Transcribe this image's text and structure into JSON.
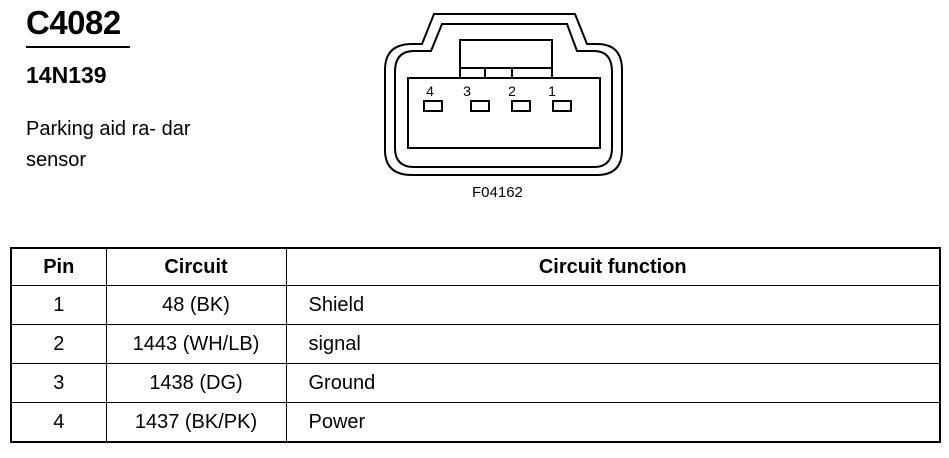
{
  "connector": {
    "id": "C4082",
    "part_number": "14N139",
    "description": "Parking aid ra- dar sensor",
    "figure_code": "F04162",
    "pin_labels": [
      "4",
      "3",
      "2",
      "1"
    ]
  },
  "table": {
    "headers": [
      "Pin",
      "Circuit",
      "Circuit function"
    ],
    "rows": [
      {
        "pin": "1",
        "circuit": "48 (BK)",
        "function": "Shield"
      },
      {
        "pin": "2",
        "circuit": "1443 (WH/LB)",
        "function": "signal"
      },
      {
        "pin": "3",
        "circuit": "1438 (DG)",
        "function": "Ground"
      },
      {
        "pin": "4",
        "circuit": "1437 (BK/PK)",
        "function": "Power"
      }
    ]
  }
}
